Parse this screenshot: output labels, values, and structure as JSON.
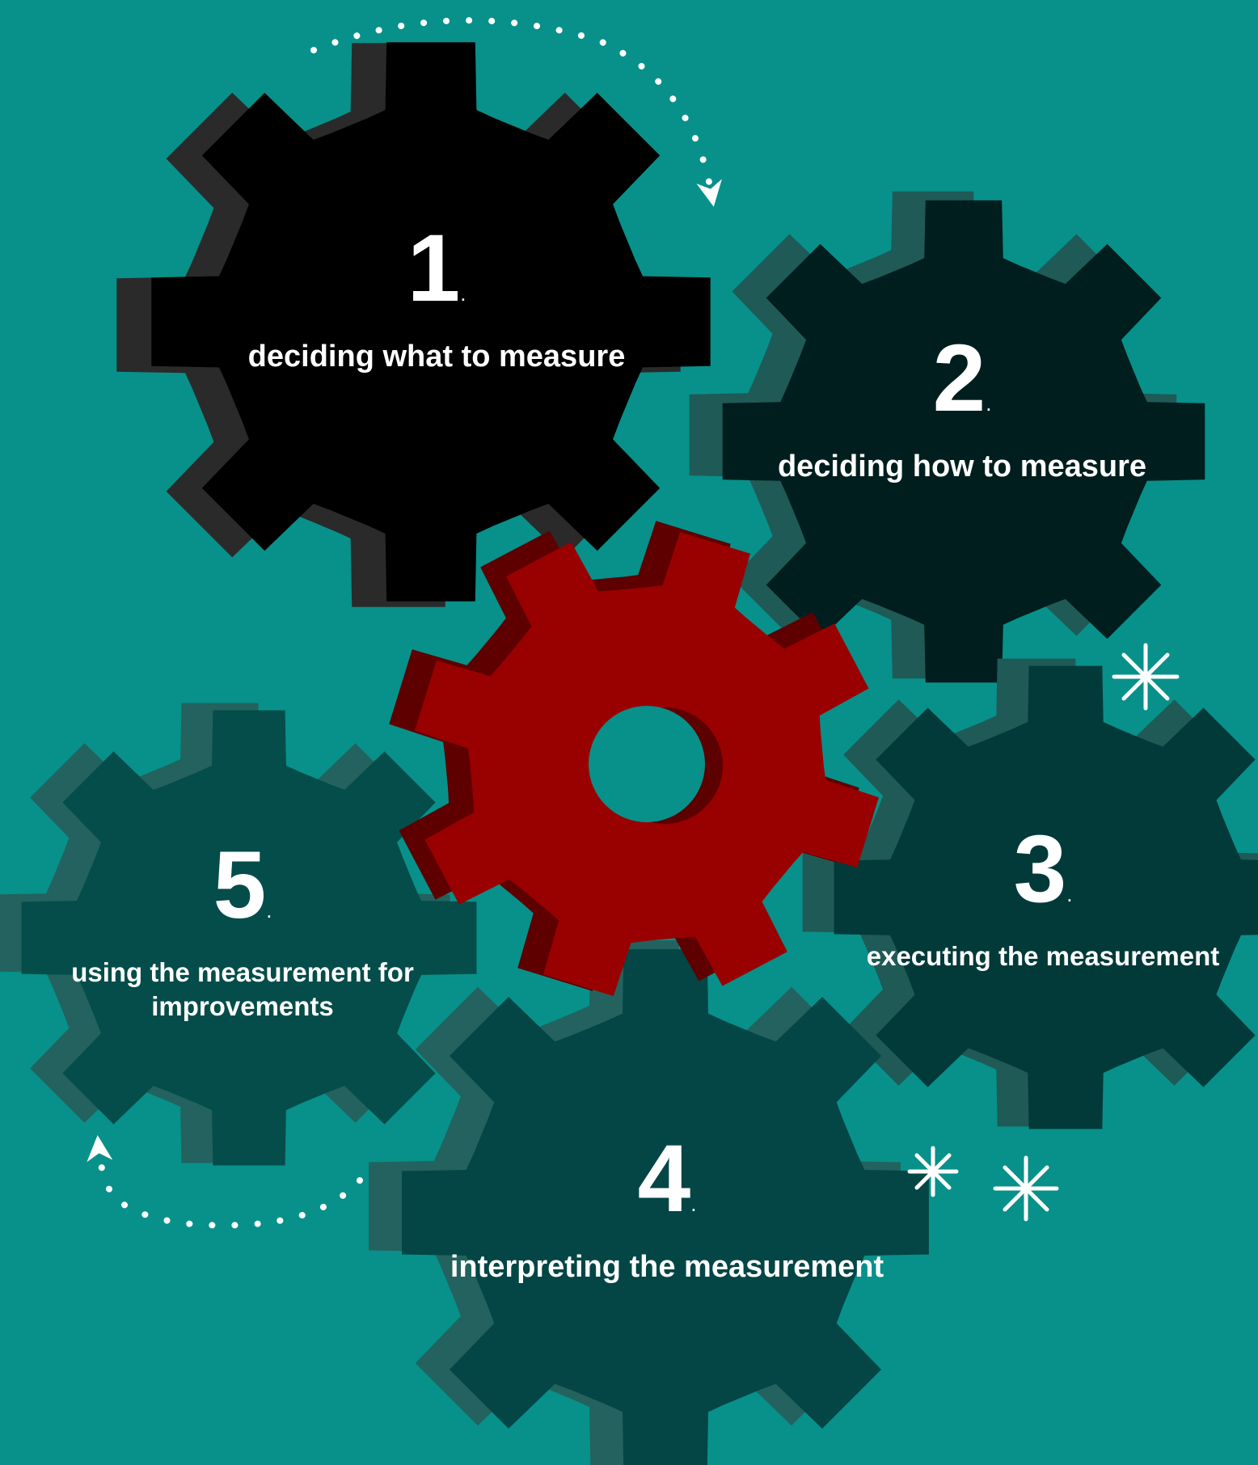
{
  "colors": {
    "background": "#07918a",
    "gear1": "#000000",
    "gear2": "#011e1e",
    "gear3": "#023a3a",
    "gear4": "#034645",
    "gear5": "#054d4a",
    "center_gear": "#990000",
    "accent": "#ffffff"
  },
  "steps": [
    {
      "number": "1",
      "dot": ".",
      "text": "deciding what to measure"
    },
    {
      "number": "2",
      "dot": ".",
      "text": "deciding how to measure"
    },
    {
      "number": "3",
      "dot": ".",
      "text": "executing the measurement"
    },
    {
      "number": "4",
      "dot": ".",
      "text": "interpreting the measurement"
    },
    {
      "number": "5",
      "dot": ".",
      "text": "using the measurement for improvements"
    }
  ],
  "icons": {
    "cycle_arrows": "dotted-curved-arrow-icon",
    "sparkles": "asterisk-sparkle-icon",
    "center": "red-cog-icon"
  }
}
